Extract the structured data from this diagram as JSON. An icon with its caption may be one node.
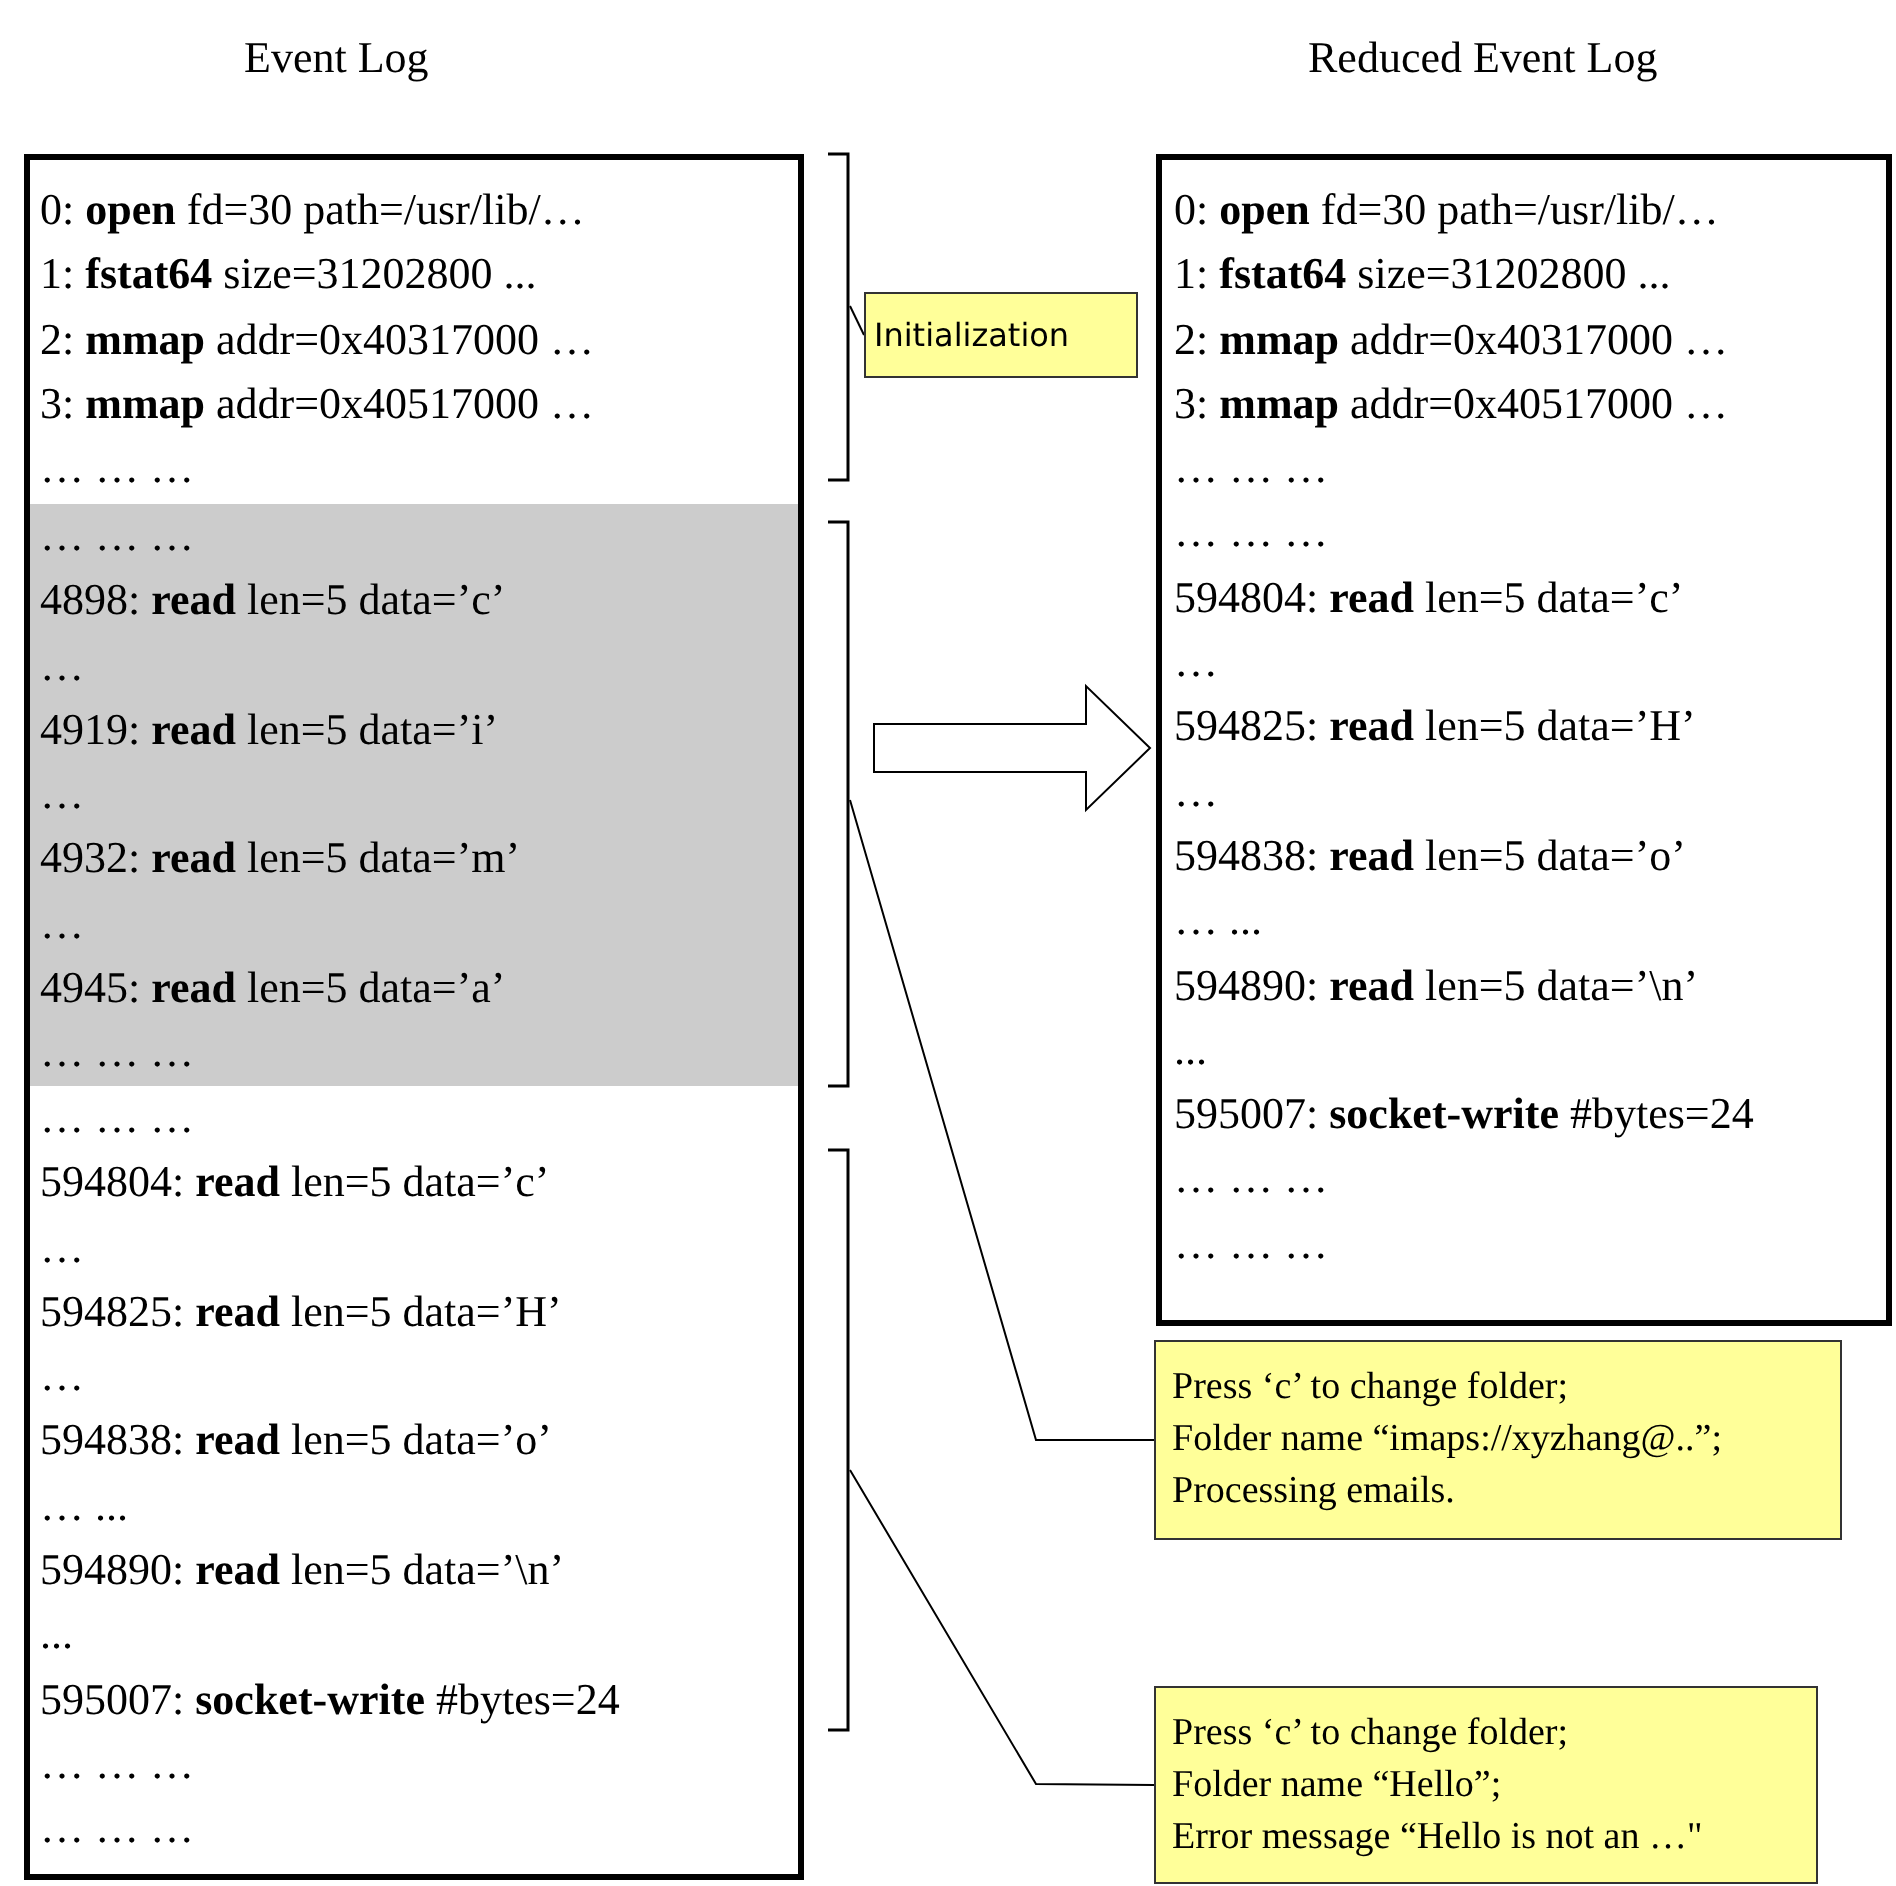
{
  "diagram": {
    "nodes": [
      {
        "text": [
          "Event Log"
        ]
      },
      {
        "text": [
          "0: **open** fd=30 path=/usr/lib/…",
          "1: **fstat64** size=31202800 ...",
          "2: **mmap** addr=0x40317000 …",
          "3: **mmap** addr=0x40517000 …",
          "… … …"
        ],
        "in": 0
      },
      {
        "text": [
          "… … …",
          "4898: **read** len=5 data=’c’",
          "…",
          "4919: **read** len=5 data=’i’",
          "…",
          "4932: **read** len=5 data=’m’",
          "…",
          "4945: **read** len=5 data=’a’",
          "… … …"
        ],
        "in": 0
      },
      {
        "text": [
          "… … …",
          "594804: **read** len=5 data=’c’",
          "…",
          "594825: **read** len=5 data=’H’",
          "…",
          "594838: **read** len=5 data=’o’",
          "… ...",
          "594890: **read** len=5 data=’\\n’",
          "...",
          "595007: **socket-write** #bytes=24",
          "… … …",
          "… … …"
        ],
        "in": 0
      },
      {
        "text": [
          "Reduced Event Log",
          "0: **open** fd=30 path=/usr/lib/…",
          "1: **fstat64** size=31202800 ...",
          "2: **mmap** addr=0x40317000 …",
          "3: **mmap** addr=0x40517000 …",
          "… … …",
          "… … …",
          "594804: **read** len=5 data=’c’",
          "…",
          "594825: **read** len=5 data=’H’",
          "…",
          "594838: **read** len=5 data=’o’",
          "… ...",
          "594890: **read** len=5 data=’\\n’",
          "...",
          "595007: **socket-write** #bytes=24",
          "… … …",
          "… … …"
        ]
      },
      {
        "text": [
          "Initialization"
        ]
      },
      {
        "text": [
          "Press ‘c’ to change folder;",
          "Folder name “imaps://xyzhang@..”;",
          "Processing emails."
        ]
      },
      {
        "text": [
          "Press ‘c’ to change folder;",
          "Folder name “Hello”;",
          "Error message “Hello is not an …\""
        ]
      }
    ],
    "edges": [
      {
        "from": 2,
        "to": 4,
        "arrow": "to",
        "style": "thick"
      },
      {
        "from": 5,
        "to": 1,
        "arrow": "none"
      },
      {
        "from": 6,
        "to": 2,
        "arrow": "none"
      },
      {
        "from": 7,
        "to": 3,
        "arrow": "none"
      }
    ]
  }
}
